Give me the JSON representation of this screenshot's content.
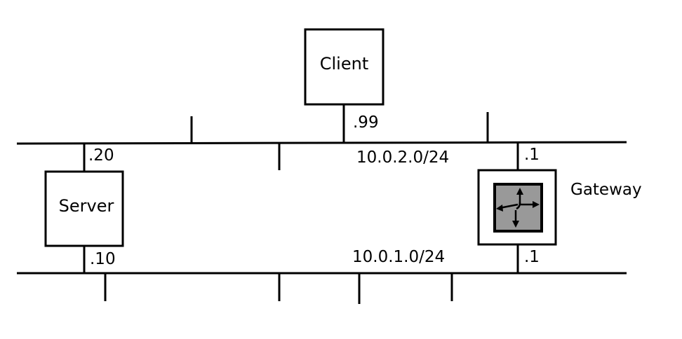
{
  "colors": {
    "line": "#000000",
    "router_fill": "#999999",
    "background": "#ffffff"
  },
  "networks": {
    "upper": {
      "label": "10.0.2.0/24"
    },
    "lower": {
      "label": "10.0.1.0/24"
    }
  },
  "nodes": {
    "client": {
      "label": "Client",
      "address": ".99"
    },
    "server": {
      "label": "Server",
      "upper_address": ".20",
      "lower_address": ".10"
    },
    "gateway": {
      "label": "Gateway",
      "upper_address": ".1",
      "lower_address": ".1",
      "icon": "router-icon"
    }
  }
}
